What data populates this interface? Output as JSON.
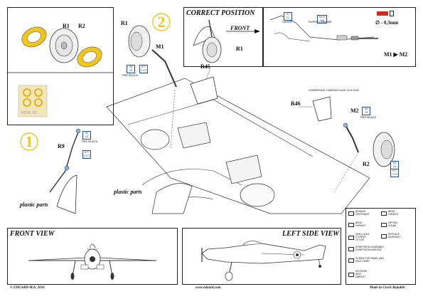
{
  "steps": {
    "step1": "1",
    "step2": "2"
  },
  "sections": {
    "correct_position": "CORRECT POSITION",
    "front_view": "FRONT VIEW",
    "left_side_view": "LEFT SIDE VIEW"
  },
  "labels": {
    "R1": "R1",
    "R2": "R2",
    "M1": "M1",
    "M2": "M2",
    "R9": "R9",
    "R45": "R45",
    "R46": "R46",
    "front": "FRONT",
    "r1_cp": "R1",
    "m1_m2": "M1 ▶ M2",
    "thickness": "∅ - 0,3mm",
    "plastic_parts_a": "plastic parts",
    "plastic_parts_b": "plastic parts"
  },
  "colour_notes": {
    "tire_black_1": "TIRE BLACK",
    "tire_black_2": "TIRE BLACK",
    "tire_black_3": "TIRE BLACK",
    "silver": "SILVER",
    "super_chrome": "SUPER CHROME",
    "underside": "UNDERSIDE CAMOUFLAGE COLOUR"
  },
  "paint_codes": {
    "c1": "H1 C1",
    "c2": "H8 C8",
    "c3": "H77 C137",
    "c4": "H8 C8",
    "c5": "H77 C137",
    "c6": "H8 C8",
    "c7": "Mr.M 208",
    "c8": "H8 C8",
    "c9": "H77 C137"
  },
  "legend": [
    {
      "icon": "remove-icon",
      "text": "REMOVE ODSTRANIT"
    },
    {
      "icon": "bend-icon",
      "text": "BEND OHNOUT"
    },
    {
      "icon": "bend-icon-2",
      "text": "BEND OHNOUT"
    },
    {
      "icon": "option-icon",
      "text": "OPTION VOLBA"
    },
    {
      "icon": "drill-icon",
      "text": "DRILL HOLE VYVRTAT OTVOR"
    },
    {
      "icon": "replace-icon",
      "text": "REPLACE NAHRADIT"
    },
    {
      "icon": "symmetrical-icon",
      "text": "SYMETRICAL ASSEMBLY SYMETRICKA MONTAZ"
    },
    {
      "icon": "screw-icon",
      "text": "SCREW THE PANEL AND HOLE HERE"
    },
    {
      "icon": "reverse-icon",
      "text": "REVERSE SIDE OBRATIT"
    }
  ],
  "footer": {
    "copyright": "© EDUARD M.A. 2016",
    "website": "www.eduard.com",
    "made_in": "Made in Czech Republic"
  },
  "colors": {
    "accent_yellow": "#f2c619",
    "red_swatch": "#d32b22",
    "blue_tag": "#1c4fa3",
    "line": "#222222"
  }
}
